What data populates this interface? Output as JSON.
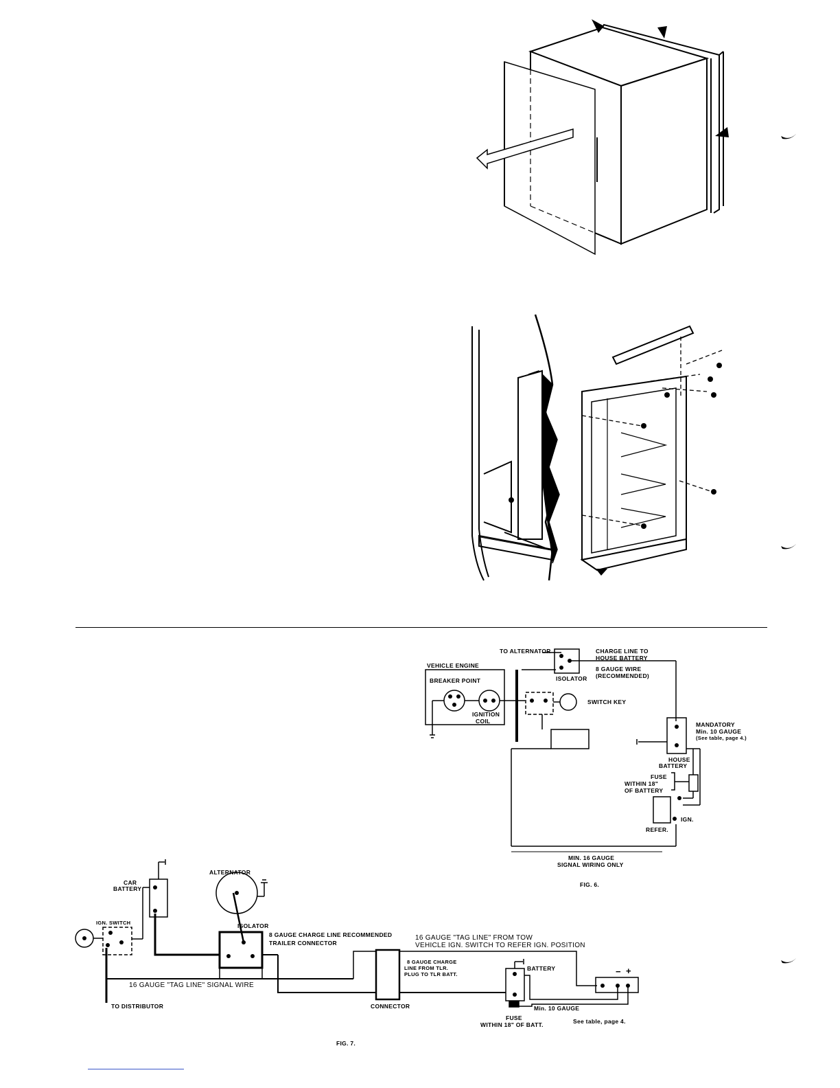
{
  "fig6": {
    "to_alternator": "TO ALTERNATOR",
    "charge_line": "CHARGE LINE TO",
    "house_battery_line": "HOUSE BATTERY",
    "gauge_wire": "8 GAUGE WIRE",
    "recommended": "(RECOMMENDED)",
    "vehicle_engine": "VEHICLE ENGINE",
    "breaker_point": "BREAKER POINT",
    "isolator": "ISOLATOR",
    "switch_key": "SWITCH KEY",
    "ignition": "IGNITION",
    "coil": "COIL",
    "mandatory": "MANDATORY",
    "min_gauge": "Min. 10 GAUGE",
    "see_table": "(See table, page 4.)",
    "house": "HOUSE",
    "battery": "BATTERY",
    "fuse": "FUSE",
    "within": "WITHIN 18\"",
    "of_battery": "OF BATTERY",
    "refer": "REFER.",
    "ign": "IGN.",
    "min16": "MIN. 16 GAUGE",
    "signal_only": "SIGNAL WIRING ONLY",
    "caption": "FIG. 6."
  },
  "fig7": {
    "alternator": "ALTERNATOR",
    "car": "CAR",
    "battery": "BATTERY",
    "ign_switch": "IGN. SWITCH",
    "isolator": "ISOLATOR",
    "charge_line_rec": "8 GAUGE CHARGE LINE RECOMMENDED",
    "trailer_connector": "TRAILER CONNECTOR",
    "tag_line_tow": "16 GAUGE \"TAG LINE\" FROM TOW",
    "vehicle_ign": "VEHICLE IGN. SWITCH TO REFER IGN. POSITION",
    "charge1": "8 GAUGE CHARGE",
    "charge2": "LINE FROM TLR.",
    "charge3": "PLUG TO TLR BATT.",
    "battery_lbl": "BATTERY",
    "tag_signal": "16 GAUGE \"TAG LINE\" SIGNAL WIRE",
    "to_distributor": "TO DISTRIBUTOR",
    "connector": "CONNECTOR",
    "min10": "Min. 10 GAUGE",
    "fuse": "FUSE",
    "within": "WITHIN 18\" OF BATT.",
    "see_table": "See table, page 4.",
    "caption": "FIG. 7.",
    "minus": "−",
    "plus": "+"
  }
}
